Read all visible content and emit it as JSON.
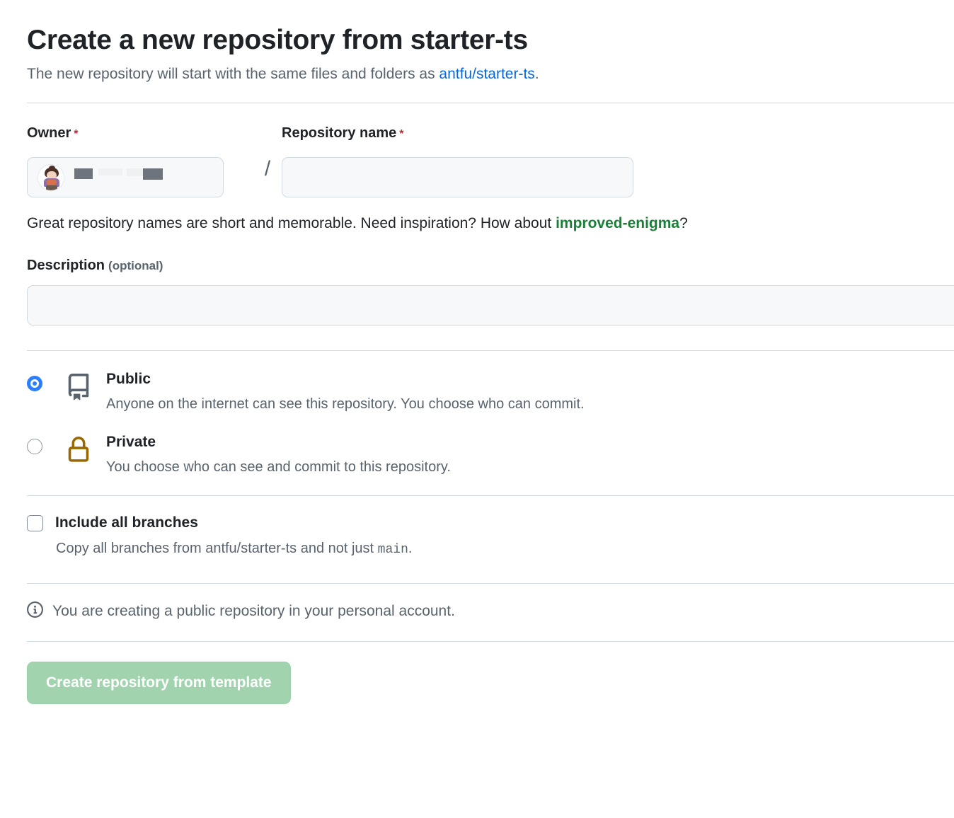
{
  "header": {
    "title": "Create a new repository from starter-ts",
    "subtitle_prefix": "The new repository will start with the same files and folders as ",
    "template_link": "antfu/starter-ts",
    "subtitle_suffix": "."
  },
  "owner": {
    "label": "Owner",
    "required_mark": "*",
    "selected_name": "",
    "avatar_name": "user-avatar",
    "separator": "/"
  },
  "repo_name": {
    "label": "Repository name",
    "required_mark": "*",
    "value": "",
    "placeholder": ""
  },
  "hint": {
    "prefix": "Great repository names are short and memorable. Need inspiration? How about ",
    "suggestion": "improved-enigma",
    "suffix": "?"
  },
  "description": {
    "label": "Description",
    "optional": "(optional)",
    "value": "",
    "placeholder": ""
  },
  "visibility": {
    "options": [
      {
        "id": "public",
        "title": "Public",
        "description": "Anyone on the internet can see this repository. You choose who can commit.",
        "icon": "repo-book-icon",
        "selected": true
      },
      {
        "id": "private",
        "title": "Private",
        "description": "You choose who can see and commit to this repository.",
        "icon": "lock-icon",
        "selected": false
      }
    ]
  },
  "branches": {
    "checkbox_label": "Include all branches",
    "checked": false,
    "desc_prefix": "Copy all branches from antfu/starter-ts and not just ",
    "desc_mono": "main",
    "desc_suffix": "."
  },
  "notice": {
    "icon": "info-icon",
    "text": "You are creating a public repository in your personal account."
  },
  "submit": {
    "label": "Create repository from template",
    "disabled": true
  },
  "colors": {
    "link_blue": "#0969da",
    "suggestion_green": "#1a7f37",
    "radio_blue": "#2b7fff",
    "lock_amber": "#9a6700",
    "repo_icon_gray": "#59636e",
    "required_red": "#cf222e",
    "submit_green": "#a0d3ae",
    "divider": "#d1d9e0",
    "input_bg": "#f6f8fa"
  }
}
